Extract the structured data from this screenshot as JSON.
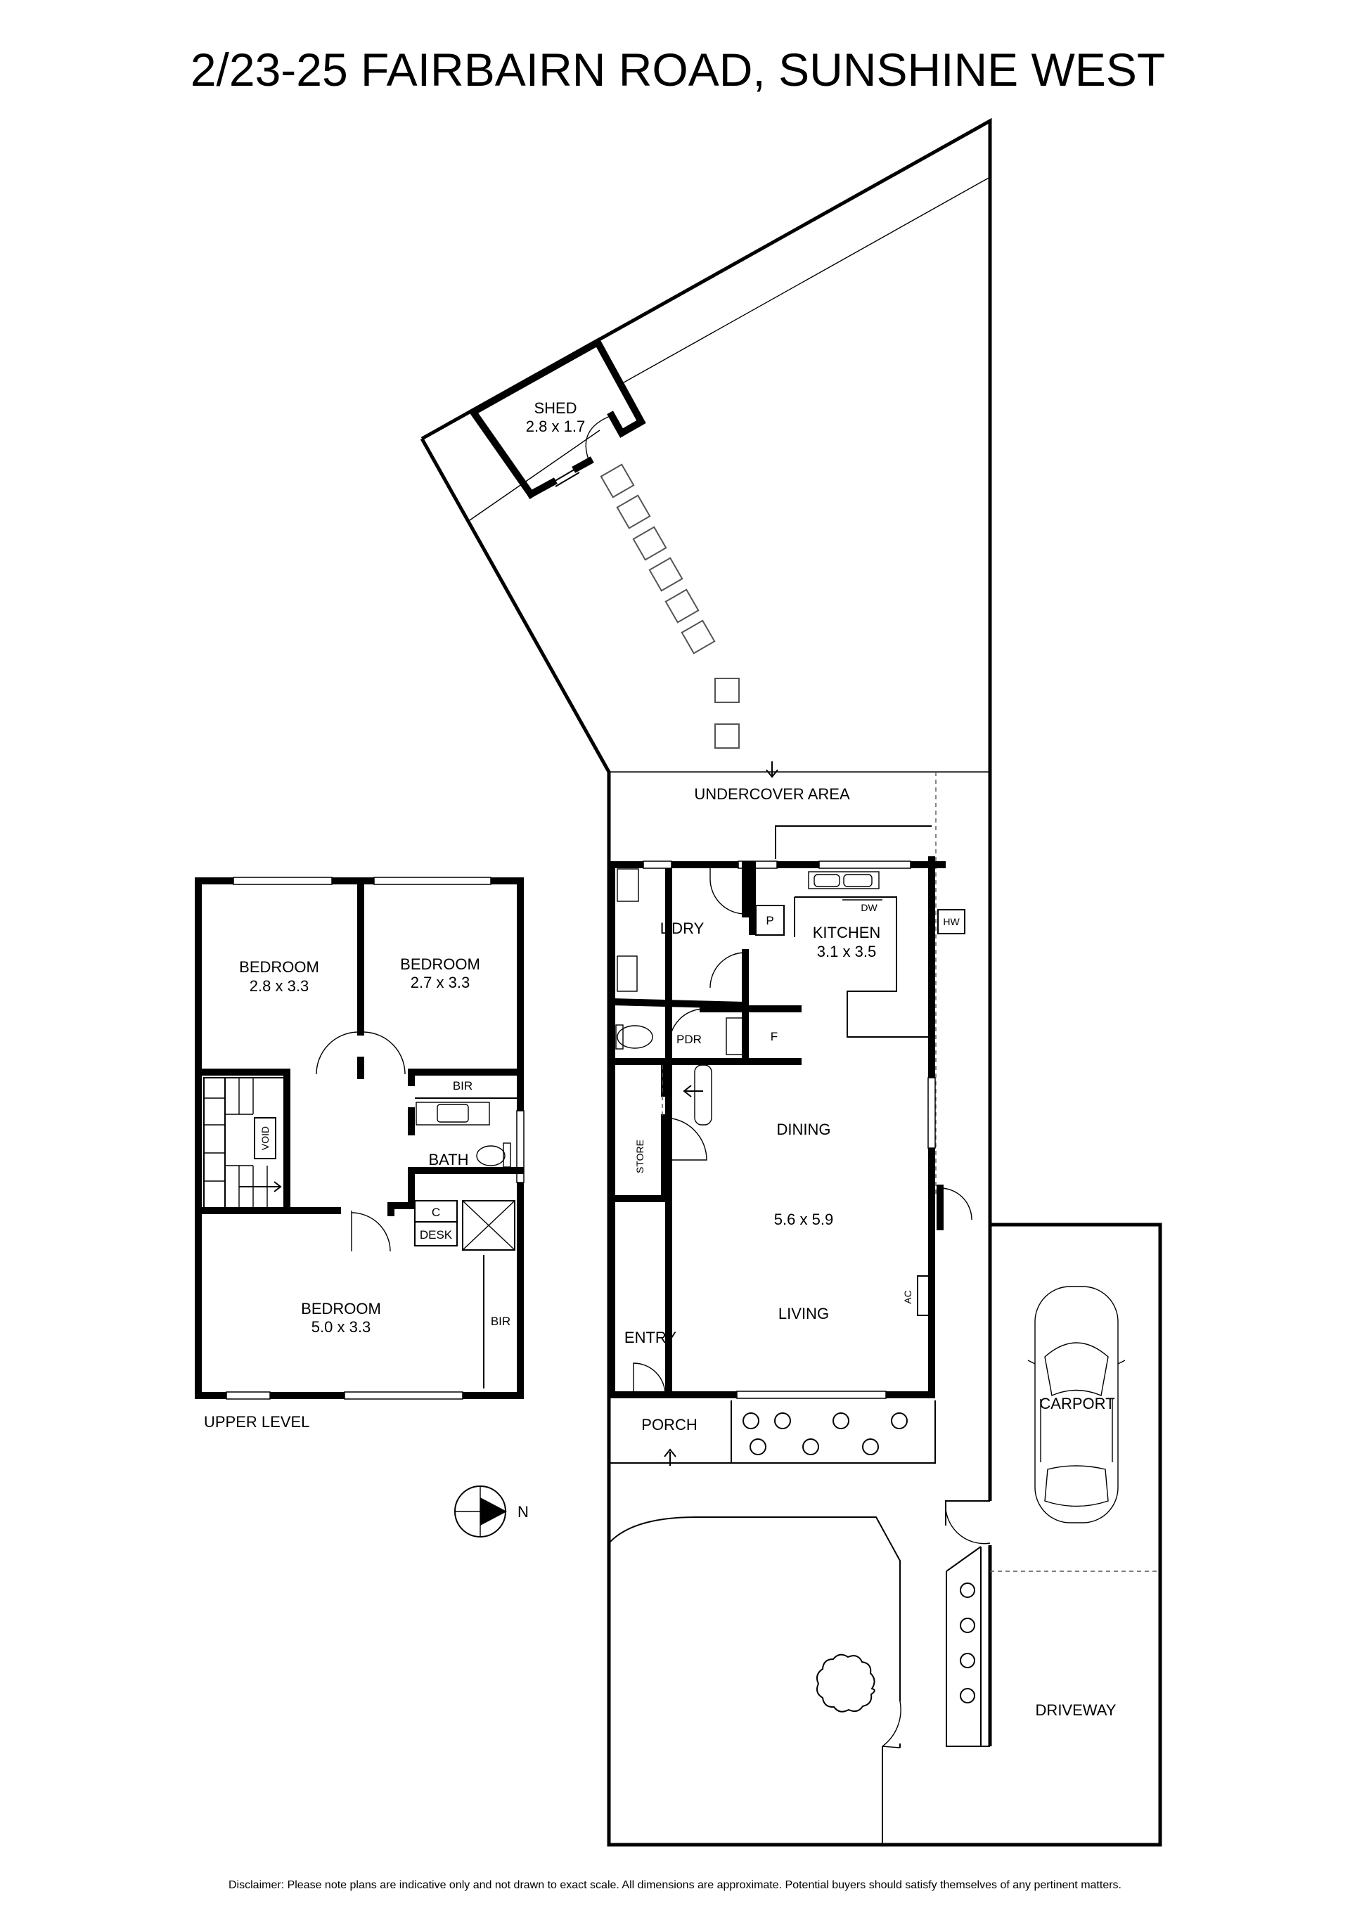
{
  "title": "2/23-25 FAIRBAIRN ROAD, SUNSHINE WEST",
  "disclaimer": "Disclaimer: Please note plans are indicative only and not drawn to exact scale. All dimensions are approximate. Potential buyers should satisfy themselves of any pertinent matters.",
  "compass": {
    "label": "N"
  },
  "upper_level": {
    "label": "UPPER LEVEL",
    "bedroom1": {
      "name": "BEDROOM",
      "dims": "2.8 x 3.3"
    },
    "bedroom2": {
      "name": "BEDROOM",
      "dims": "2.7 x 3.3"
    },
    "bedroom3": {
      "name": "BEDROOM",
      "dims": "5.0 x 3.3"
    },
    "bath": "BATH",
    "bir_top": "BIR",
    "bir_side": "BIR",
    "void": "VOID",
    "cupboard": "C",
    "desk": "DESK"
  },
  "ground_level": {
    "shed": {
      "name": "SHED",
      "dims": "2.8 x 1.7"
    },
    "undercover": "UNDERCOVER AREA",
    "laundry": "L'DRY",
    "kitchen": {
      "name": "KITCHEN",
      "dims": "3.1 x 3.5"
    },
    "pantry": "P",
    "dishwasher": "DW",
    "hot_water": "HW",
    "fridge": "F",
    "powder": "PDR",
    "store": "STORE",
    "dining": "DINING",
    "living_dims": "5.6 x 5.9",
    "living": "LIVING",
    "ac": "AC",
    "entry": "ENTRY",
    "porch": "PORCH",
    "carport": "CARPORT",
    "driveway": "DRIVEWAY"
  }
}
